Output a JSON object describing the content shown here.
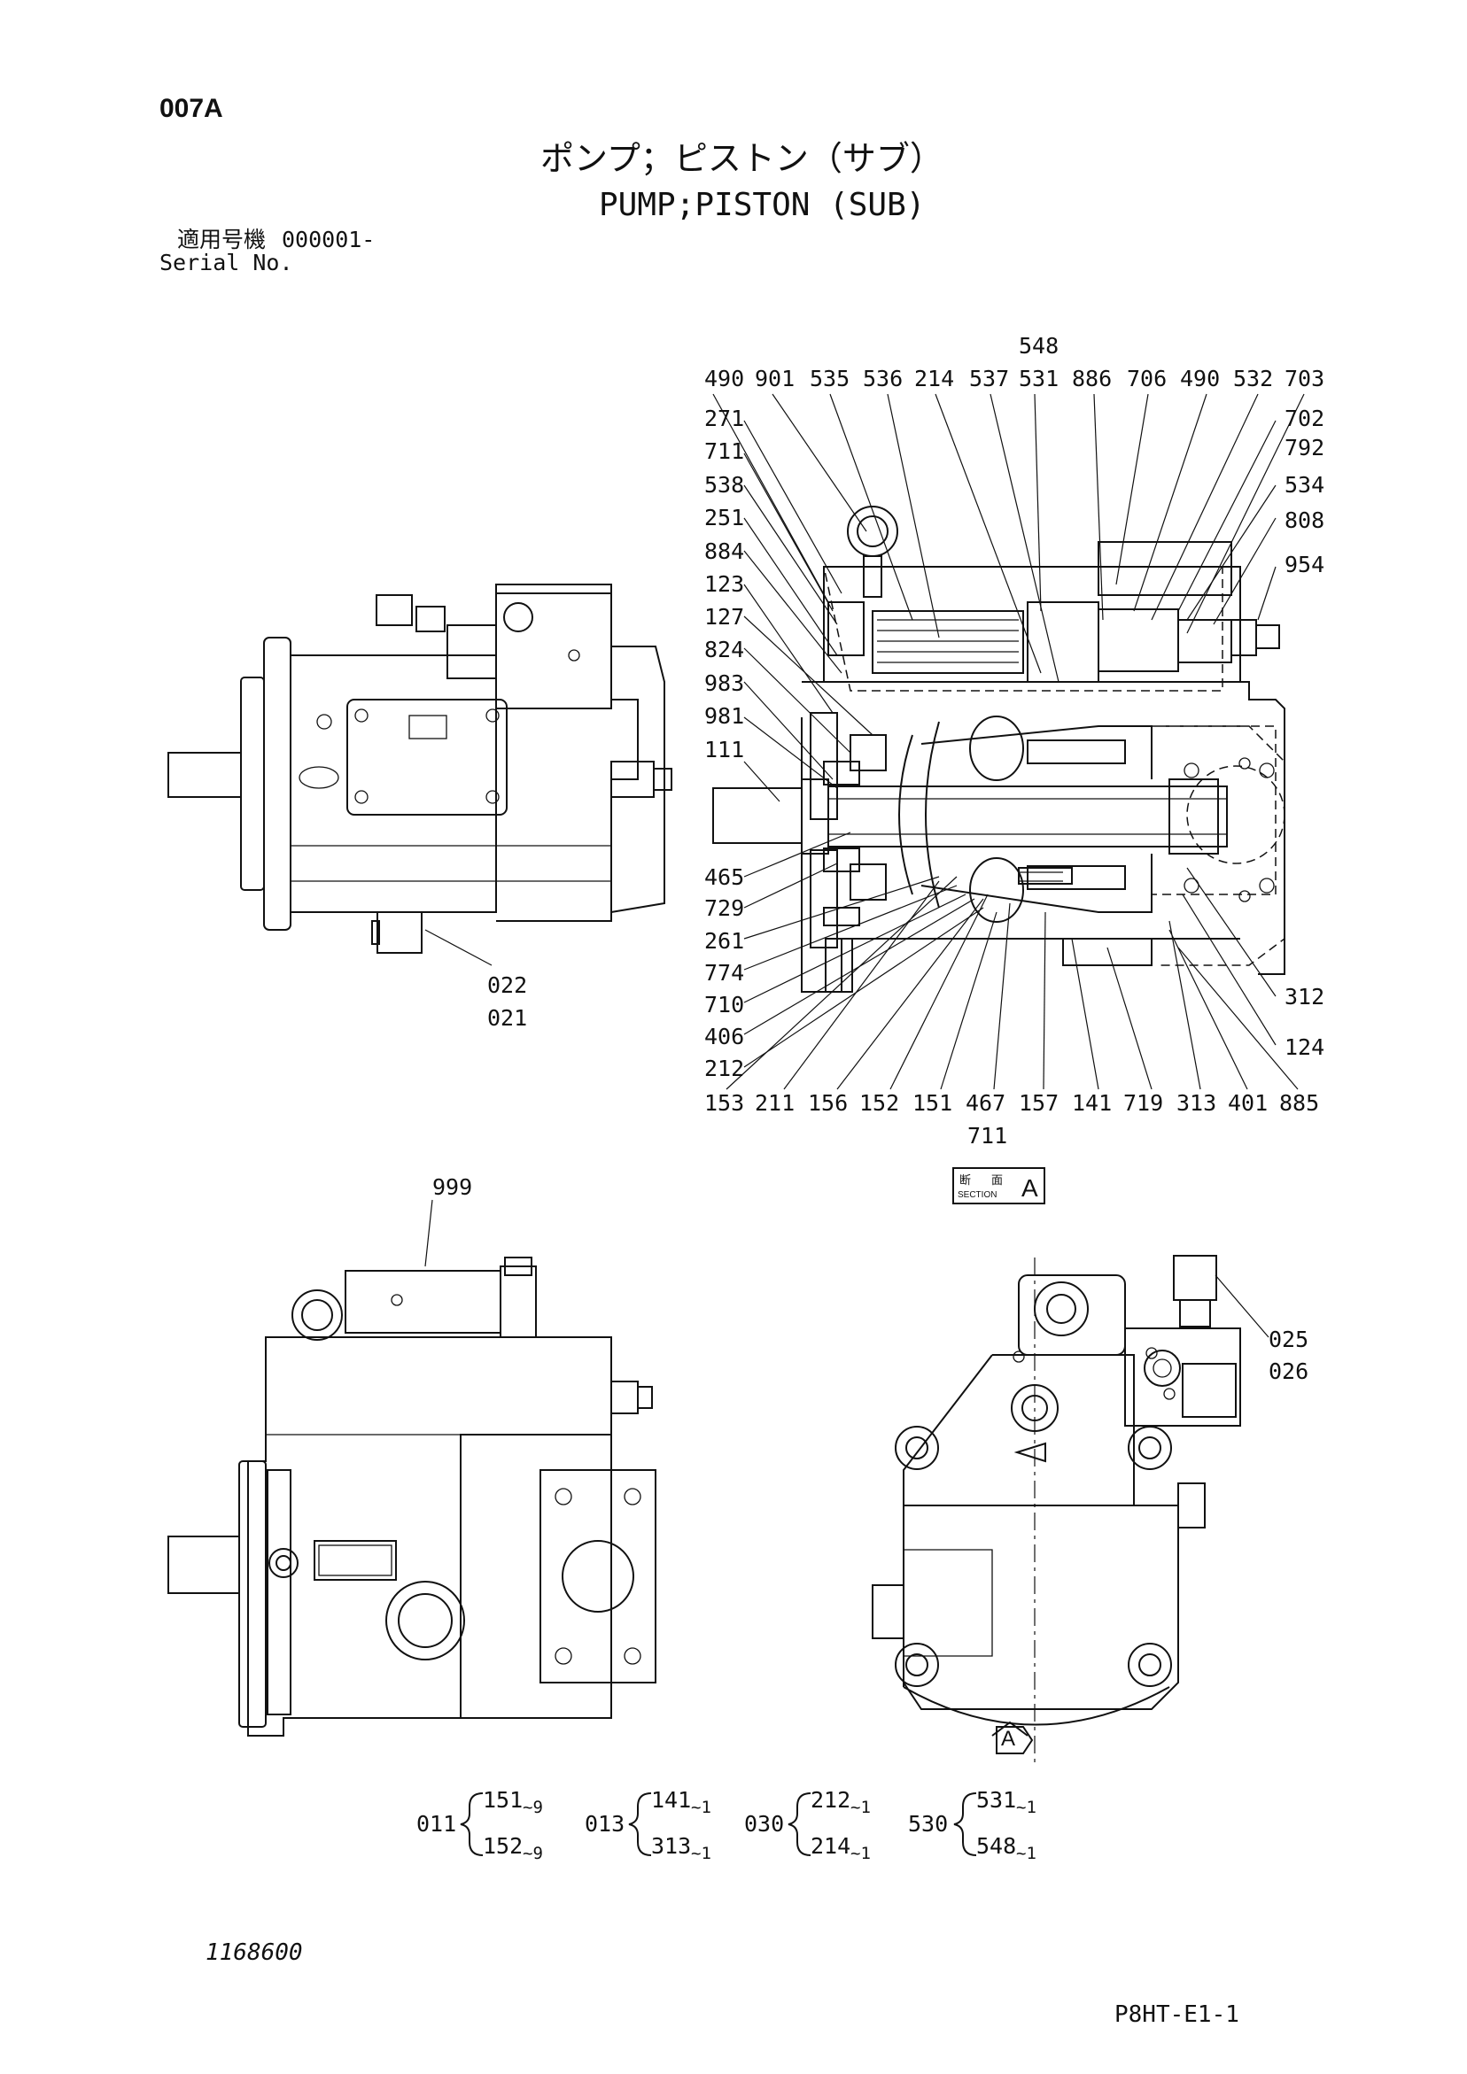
{
  "header": {
    "page_code": "007A",
    "title_jp": "ポンプ；ピストン（サブ）",
    "title_en": "PUMP;PISTON (SUB)",
    "serial_label_jp": "適用号機",
    "serial_value": "000001-",
    "serial_label_en": "Serial No."
  },
  "section_marker": {
    "jp_1": "断",
    "jp_2": "面",
    "en": "SECTION",
    "letter": "A"
  },
  "section_arrow_letter": "A",
  "callouts": {
    "top_row": [
      "490",
      "901",
      "535",
      "536",
      "214",
      "537",
      "531",
      "886",
      "706",
      "490",
      "532",
      "703"
    ],
    "top_above": "548",
    "left_column": [
      "271",
      "711",
      "538",
      "251",
      "884",
      "123",
      "127",
      "824",
      "983",
      "981",
      "111",
      "465",
      "729",
      "261",
      "774",
      "710",
      "406",
      "212"
    ],
    "right_column": [
      "702",
      "792",
      "534",
      "808",
      "954",
      "312",
      "124"
    ],
    "bottom_row": [
      "153",
      "211",
      "156",
      "152",
      "151",
      "467",
      "157",
      "141",
      "719",
      "313",
      "401",
      "885"
    ],
    "bottom_below": "711",
    "left_view": [
      "022",
      "021"
    ],
    "bottom_left_view": "999",
    "bottom_right_view": [
      "025",
      "026"
    ]
  },
  "kits": [
    {
      "code": "011",
      "items": [
        {
          "part": "151",
          "qty": "~9"
        },
        {
          "part": "152",
          "qty": "~9"
        }
      ]
    },
    {
      "code": "013",
      "items": [
        {
          "part": "141",
          "qty": "~1"
        },
        {
          "part": "313",
          "qty": "~1"
        }
      ]
    },
    {
      "code": "030",
      "items": [
        {
          "part": "212",
          "qty": "~1"
        },
        {
          "part": "214",
          "qty": "~1"
        }
      ]
    },
    {
      "code": "530",
      "items": [
        {
          "part": "531",
          "qty": "~1"
        },
        {
          "part": "548",
          "qty": "~1"
        }
      ]
    }
  ],
  "footer": {
    "drawing_number": "1168600",
    "sheet_code": "P8HT-E1-1"
  }
}
